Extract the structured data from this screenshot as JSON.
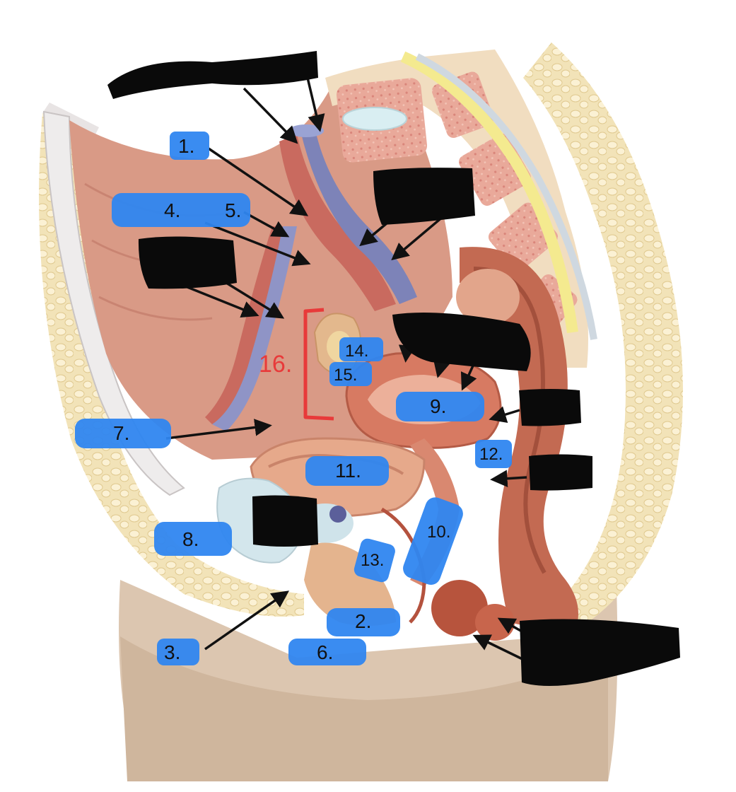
{
  "labels": {
    "l1": "1.",
    "l2": "2.",
    "l3": "3.",
    "l4": "4.",
    "l5": "5.",
    "l6": "6.",
    "l7": "7.",
    "l8": "8.",
    "l9": "9.",
    "l10": "10.",
    "l11": "11.",
    "l12": "12.",
    "l13": "13.",
    "l14": "14.",
    "l15": "15.",
    "l16": "16."
  },
  "colors": {
    "highlight_blue": "#2f86f0",
    "redaction_black": "#0a0a0a",
    "bracket_red": "#e83a3a"
  }
}
